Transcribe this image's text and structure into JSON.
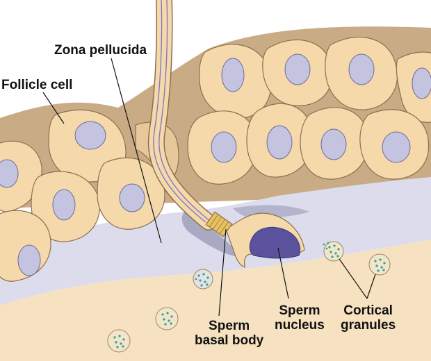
{
  "labels": {
    "zona_pellucida": "Zona pellucida",
    "follicle_cell": "Follicle cell",
    "sperm_nucleus": [
      "Sperm",
      "nucleus"
    ],
    "sperm_basal_body": [
      "Sperm",
      "basal body"
    ],
    "cortical_granules": [
      "Cortical",
      "granules"
    ]
  },
  "colors": {
    "follicle_fill": "#f5d9aa",
    "follicle_shadow": "#c9ab86",
    "cell_nucleus": "#c4c3e0",
    "zona": "#dcdcec",
    "zona_shadow": "#a9a9c2",
    "egg_cytoplasm": "#f6e2c0",
    "sperm_nucleus": "#5a529c",
    "sperm_line": "#8278c4",
    "basal_body": "#e7c263",
    "granule_dots": "#2aa39a"
  }
}
